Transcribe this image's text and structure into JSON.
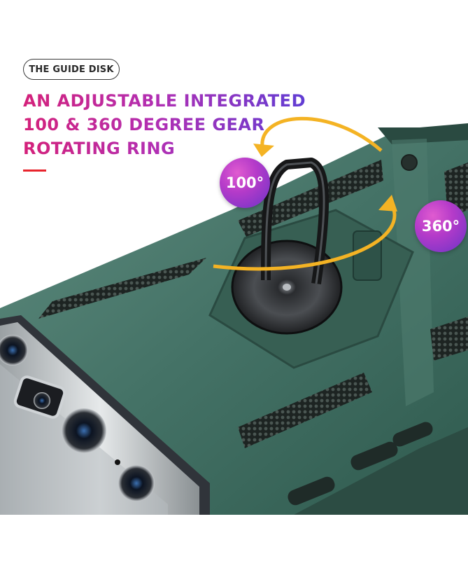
{
  "tag_label": "THE GUIDE DISK",
  "headline": {
    "line1": "AN ADJUSTABLE INTEGRATED",
    "line2": "100 & 360 DEGREE GEAR",
    "line3": "ROTATING RING"
  },
  "badges": {
    "rotation_small": "100°",
    "rotation_full": "360°"
  },
  "colors": {
    "case": "#3f6b5e",
    "case_dark": "#2a4a41",
    "ring_metal": "#1c1c1e",
    "arrow": "#f4b324",
    "accent_red": "#e8242d",
    "headline_start": "#d4217a",
    "headline_end": "#5a3ed6"
  }
}
